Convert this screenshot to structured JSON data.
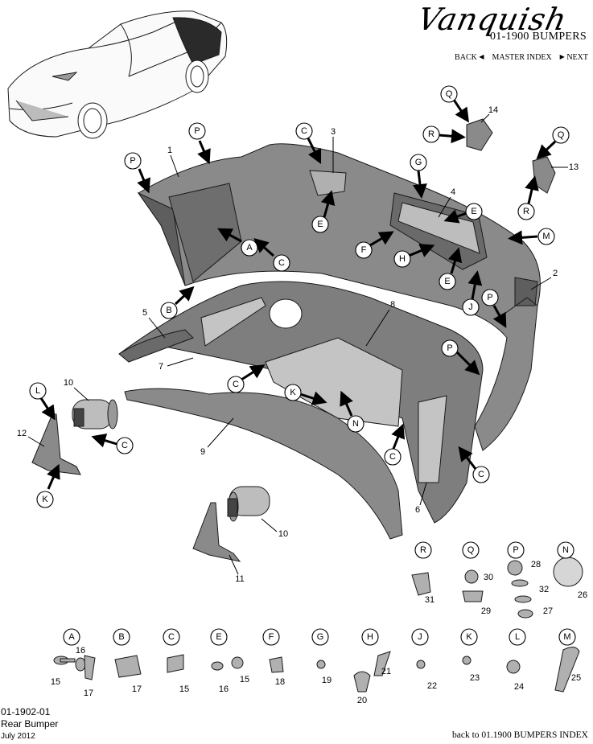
{
  "header": {
    "brand": "Vanquish",
    "section_title": "01-1900 BUMPERS",
    "nav": {
      "back": "BACK",
      "master_index": "MASTER INDEX",
      "next": "NEXT"
    }
  },
  "footer": {
    "doc_number": "01-1902-01",
    "doc_title": "Rear Bumper",
    "date": "July 2012",
    "back_link": "back to 01.1900 BUMPERS INDEX"
  },
  "callouts": {
    "P1": "P",
    "P2": "P",
    "C1": "C",
    "E1": "E",
    "A1": "A",
    "C2": "C",
    "B1": "B",
    "G1": "G",
    "E2": "E",
    "F1": "F",
    "H1": "H",
    "E3": "E",
    "Q1": "Q",
    "R1": "R",
    "Q2": "Q",
    "R2": "R",
    "M1": "M",
    "J1": "J",
    "P3": "P",
    "P4": "P",
    "C3": "C",
    "K1": "K",
    "N1": "N",
    "C4": "C",
    "C5": "C",
    "L1": "L",
    "C6": "C",
    "K2": "K"
  },
  "part_numbers": {
    "n1": "1",
    "n2": "2",
    "n3": "3",
    "n4": "4",
    "n5": "5",
    "n6": "6",
    "n7": "7",
    "n8": "8",
    "n9": "9",
    "n10a": "10",
    "n10b": "10",
    "n11": "11",
    "n12": "12",
    "n13": "13",
    "n14": "14"
  },
  "fastener_kits": {
    "R": {
      "label": "R",
      "parts": [
        "31"
      ]
    },
    "Q": {
      "label": "Q",
      "parts": [
        "30",
        "29"
      ]
    },
    "P": {
      "label": "P",
      "parts": [
        "28",
        "32",
        "27"
      ]
    },
    "N": {
      "label": "N",
      "parts": [
        "26"
      ]
    },
    "A": {
      "label": "A",
      "parts": [
        "16",
        "15",
        "17"
      ]
    },
    "B": {
      "label": "B",
      "parts": [
        "17"
      ]
    },
    "C": {
      "label": "C",
      "parts": [
        "15"
      ]
    },
    "E": {
      "label": "E",
      "parts": [
        "16",
        "15"
      ]
    },
    "F": {
      "label": "F",
      "parts": [
        "18"
      ]
    },
    "G": {
      "label": "G",
      "parts": [
        "19"
      ]
    },
    "H": {
      "label": "H",
      "parts": [
        "21",
        "20"
      ]
    },
    "J": {
      "label": "J",
      "parts": [
        "22"
      ]
    },
    "K": {
      "label": "K",
      "parts": [
        "23"
      ]
    },
    "L": {
      "label": "L",
      "parts": [
        "24"
      ]
    },
    "M": {
      "label": "M",
      "parts": [
        "25"
      ]
    }
  },
  "colors": {
    "part_fill": "#8a8a8a",
    "part_dark": "#5e5e5e",
    "mesh": "#c4c4c4",
    "line": "#1a1a1a"
  }
}
